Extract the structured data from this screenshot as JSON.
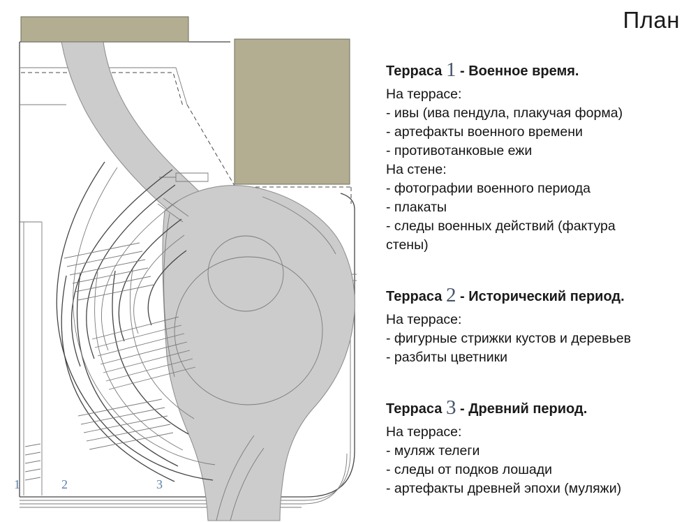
{
  "title": "План",
  "colors": {
    "olive": "#b3ae92",
    "plan_gray": "#cccccc",
    "plan_label_blue": "#5b7fa8",
    "heading_number_blue": "#44546a"
  },
  "plan": {
    "labels": [
      "1",
      "2",
      "3"
    ]
  },
  "sections": [
    {
      "prefix": "Терраса",
      "number": "1",
      "suffix": "- Военное время.",
      "lines": [
        "На террасе:",
        "- ивы (ива пендула, плакучая форма)",
        "- артефакты военного времени",
        "- противотанковые ежи",
        "На стене:",
        "- фотографии военного периода",
        "- плакаты",
        "- следы военных действий (фактура",
        "стены)"
      ]
    },
    {
      "prefix": "Терраса",
      "number": "2",
      "suffix": "- Исторический период.",
      "lines": [
        "На террасе:",
        "- фигурные стрижки кустов и деревьев",
        "- разбиты цветники"
      ]
    },
    {
      "prefix": "Терраса",
      "number": "3",
      "suffix": "- Древний период.",
      "lines": [
        "На террасе:",
        "- муляж телеги",
        "- следы от подков лошади",
        "- артефакты древней эпохи (муляжи)"
      ]
    }
  ]
}
